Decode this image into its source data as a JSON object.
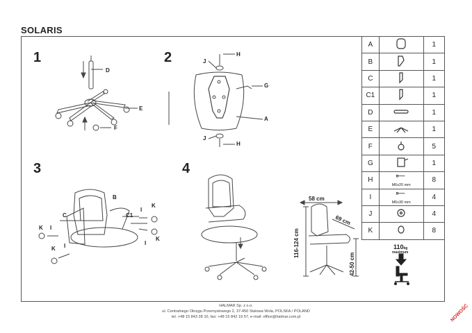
{
  "title": "SOLARIS",
  "steps": [
    "1",
    "2",
    "3",
    "4"
  ],
  "labels": {
    "s1": {
      "D": "D",
      "E": "E",
      "F": "F"
    },
    "s2": {
      "H_top": "H",
      "J_top": "J",
      "G": "G",
      "A": "A",
      "J_bot": "J",
      "H_bot": "H"
    },
    "s3": {
      "C": "C",
      "B": "B",
      "C1": "C1",
      "I_r1": "I",
      "K_r1": "K",
      "I_r2": "I",
      "K_r2": "K",
      "K_l1": "K",
      "I_l1": "I",
      "I_l2": "I",
      "K_l2": "K"
    }
  },
  "dimensions": {
    "width_top": "58 cm",
    "depth": "69 cm",
    "height_total": "116-124 cm",
    "seat_height": "42-50 cm"
  },
  "parts": [
    {
      "letter": "A",
      "qty": "1",
      "icon": "backrest-icon"
    },
    {
      "letter": "B",
      "qty": "1",
      "icon": "armrest-icon"
    },
    {
      "letter": "C",
      "qty": "1",
      "icon": "bracket-icon"
    },
    {
      "letter": "C1",
      "qty": "1",
      "icon": "bracket-icon"
    },
    {
      "letter": "D",
      "qty": "1",
      "icon": "gas-lift-icon"
    },
    {
      "letter": "E",
      "qty": "1",
      "icon": "star-base-icon"
    },
    {
      "letter": "F",
      "qty": "5",
      "icon": "caster-icon"
    },
    {
      "letter": "G",
      "qty": "1",
      "icon": "mechanism-icon"
    },
    {
      "letter": "H",
      "qty": "8",
      "icon": "screw-icon",
      "note": "M6x20 mm"
    },
    {
      "letter": "I",
      "qty": "4",
      "icon": "screw-icon",
      "note": "M6x30 mm"
    },
    {
      "letter": "J",
      "qty": "4",
      "icon": "washer-icon"
    },
    {
      "letter": "K",
      "qty": "8",
      "icon": "cap-icon"
    }
  ],
  "max_load": {
    "value": "110",
    "unit": "kg",
    "caption": "maximum"
  },
  "footer": [
    "HALMAR Sp. z o.o.",
    "ul. Centralnego Okręgu Przemysłowego 2, 37-450 Stalowa Wola, POLSKA / POLAND",
    "tel. +48 15 843 28 10, fax: +48 15 842 19 57, e-mail: office@halmar.com.pl"
  ],
  "stamp": "NOWOŚĆ"
}
